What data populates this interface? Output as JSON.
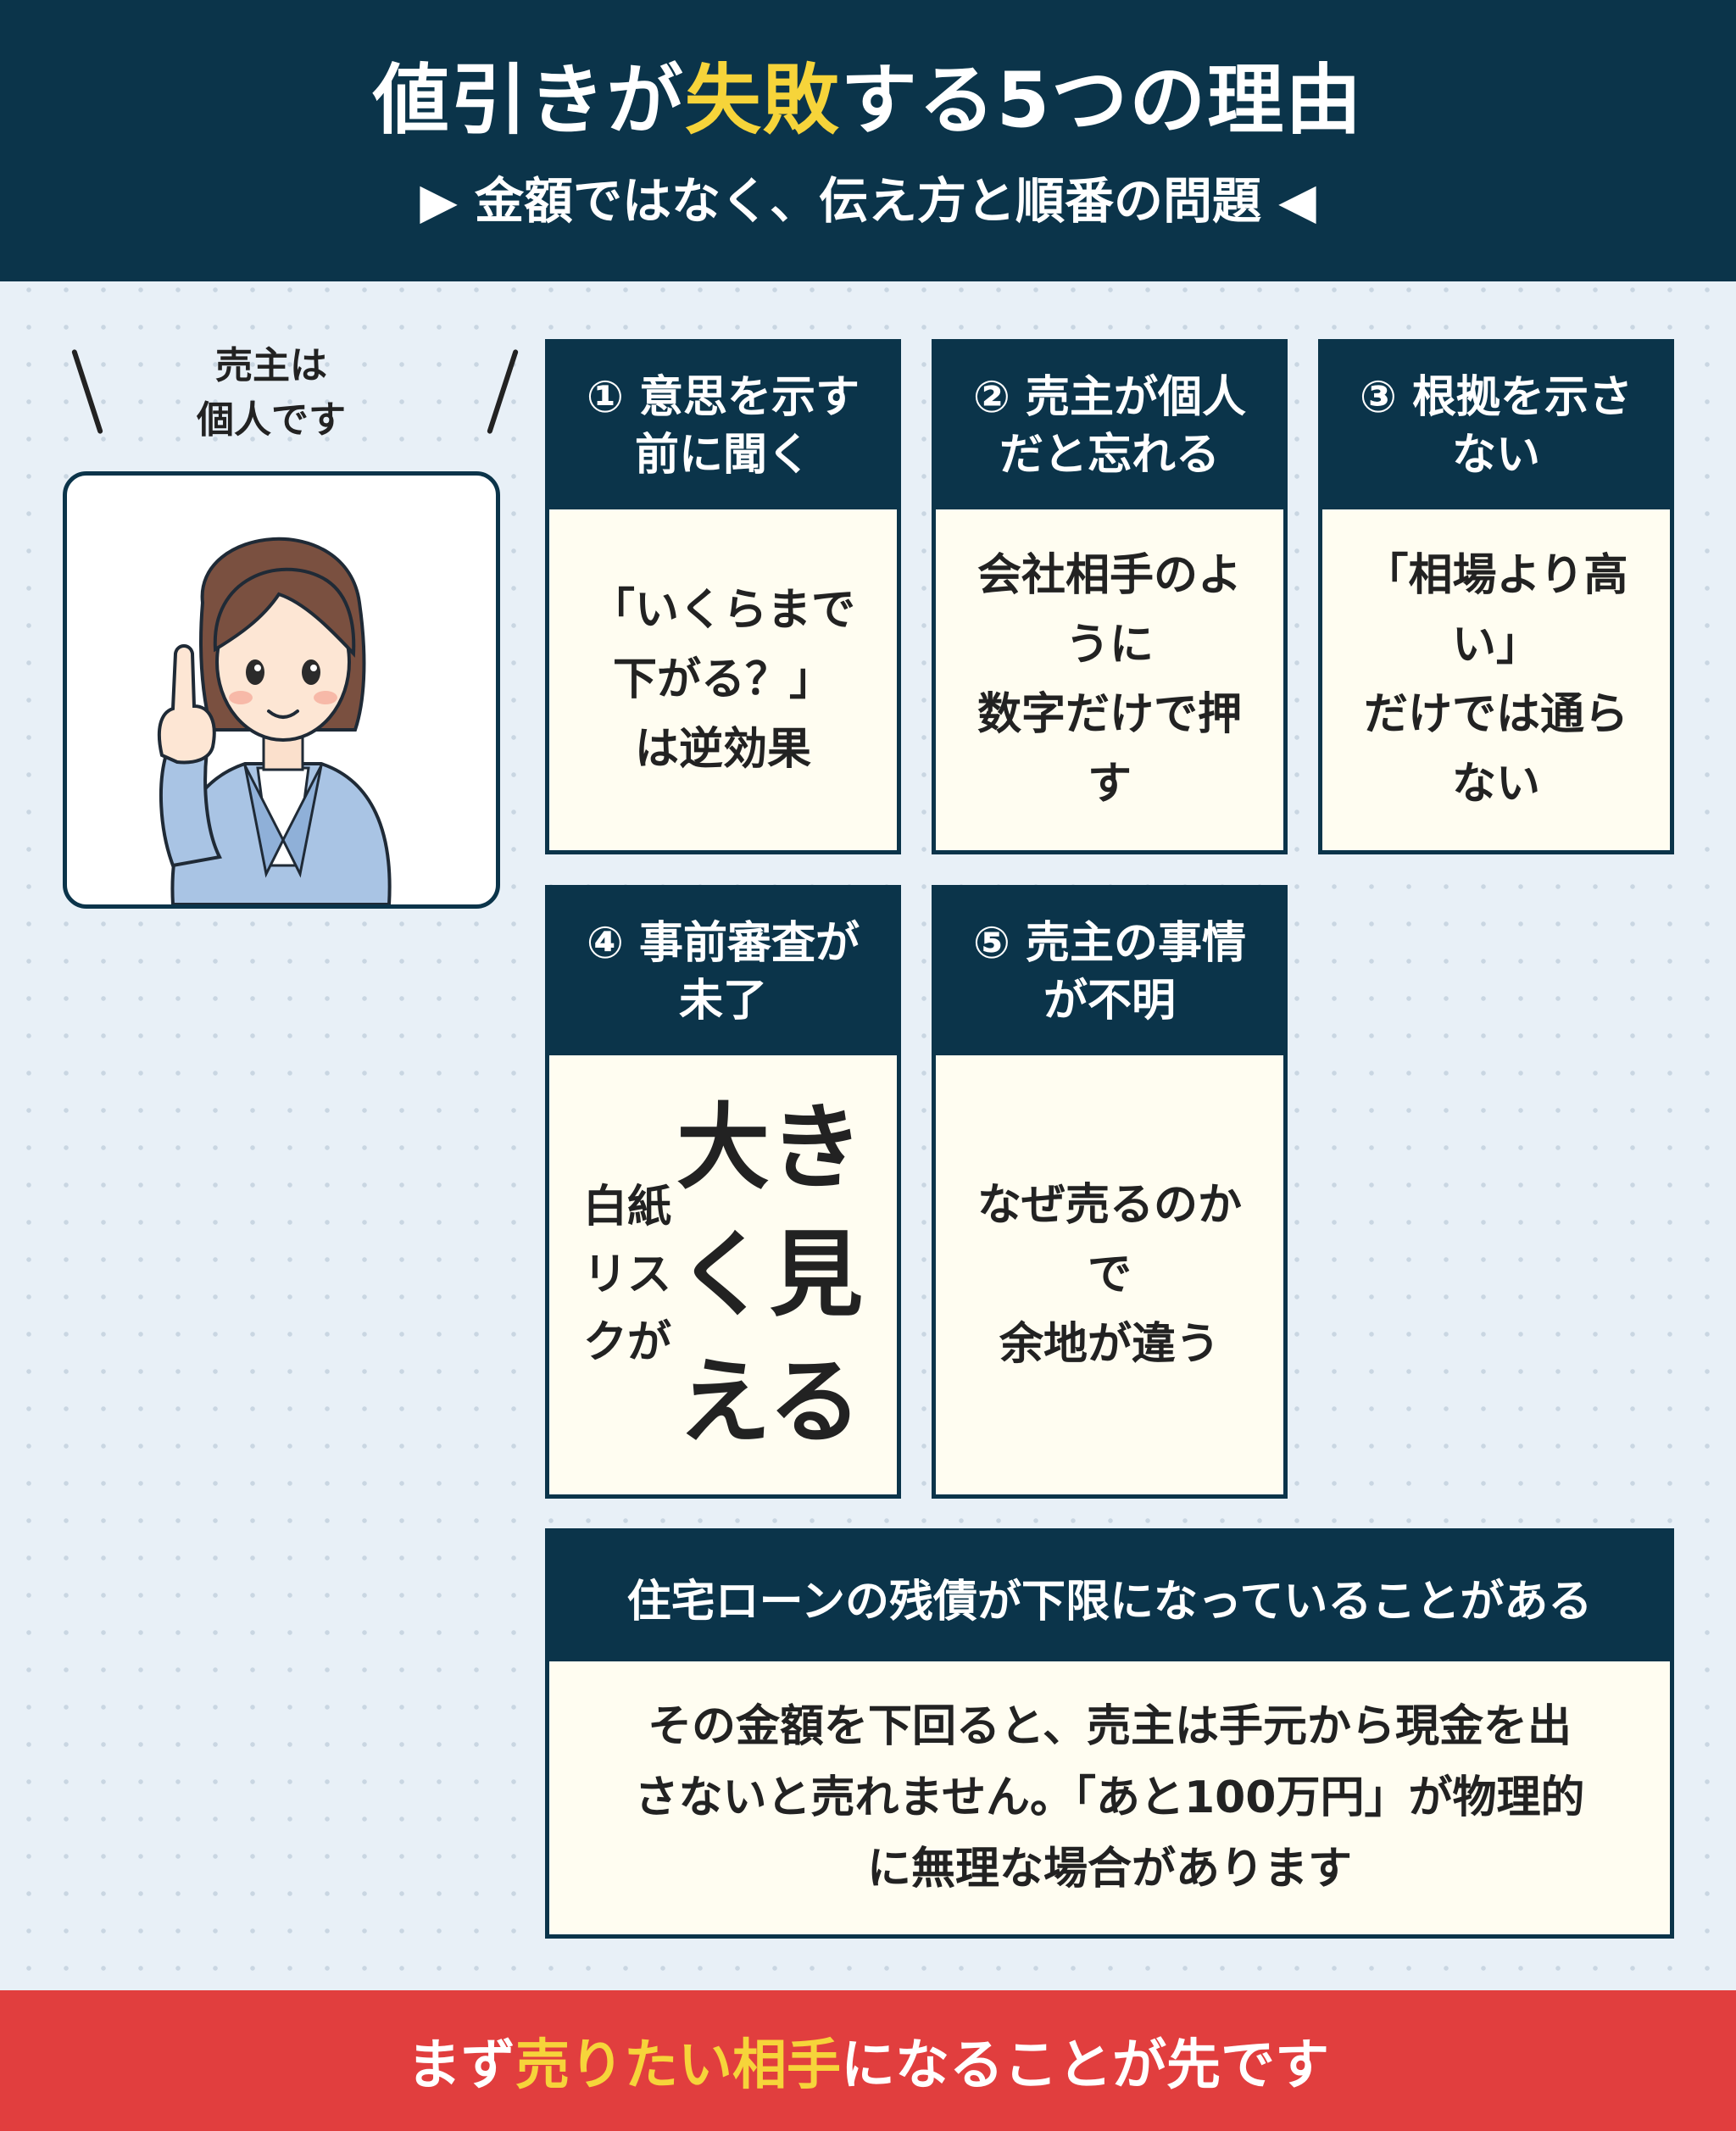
{
  "header": {
    "title_pre": "値引きが",
    "title_highlight": "失敗",
    "title_post": "する5つの理由",
    "subtitle": "▶ 金額ではなく、伝え方と順番の問題 ◀"
  },
  "speaker": {
    "bubble_text": "売主は\n個人です"
  },
  "cards": [
    {
      "heading": "① 意思を示す\n前に聞く",
      "body": "「いくらまで\n下がる？」\nは逆効果"
    },
    {
      "heading": "② 売主が個人\nだと忘れる",
      "body": "会社相手のよ\nうに\n数字だけで押\nす"
    },
    {
      "heading": "③ 根拠を示さ\nない",
      "body": "「相場より高\nい」\nだけでは通ら\nない"
    },
    {
      "heading": "④ 事前審査が\n未了",
      "body_small": "白紙\nリス\nクが",
      "body_big": "大き\nく見\nえる"
    },
    {
      "heading": "⑤ 売主の事情\nが不明",
      "body": "なぜ売るのか\nで\n余地が違う"
    }
  ],
  "loan": {
    "heading": "住宅ローンの残債が下限になっていることがある",
    "body": "その金額を下回ると、売主は手元から現金を出\nさないと売れません。「あと100万円」が物理的\nに無理な場合があります"
  },
  "footer": {
    "pre": "まず",
    "highlight": "売りたい相手",
    "post": "になることが先です"
  },
  "colors": {
    "navy": "#0b344a",
    "yellow": "#f6d43a",
    "red": "#e13e3e",
    "cream": "#fffdf1",
    "background": "#e8f0f7"
  }
}
